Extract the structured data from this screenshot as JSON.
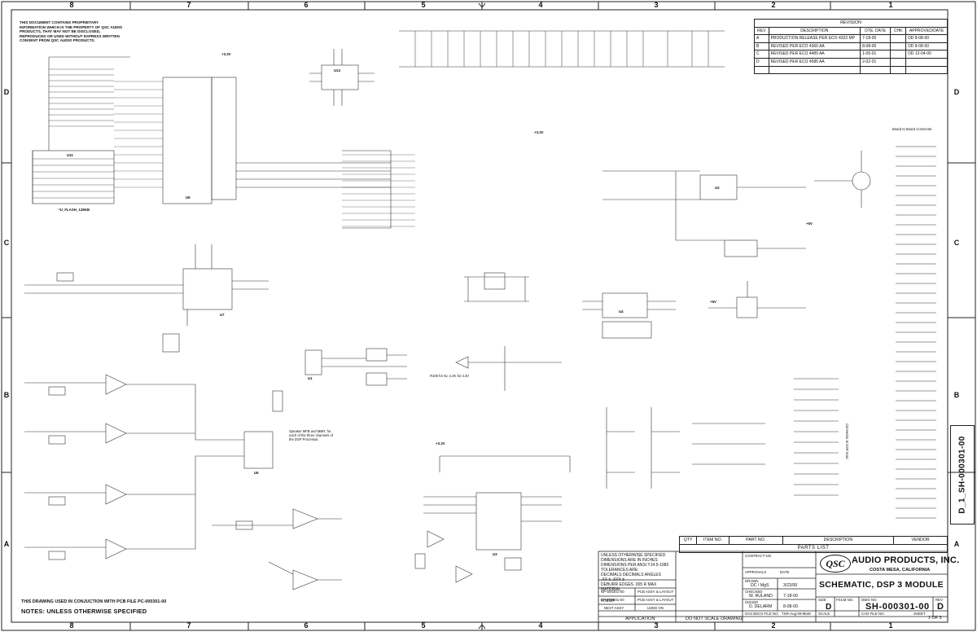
{
  "sheet": {
    "column_zones": [
      "8",
      "7",
      "6",
      "5",
      "4",
      "3",
      "2",
      "1"
    ],
    "row_zones": [
      "D",
      "C",
      "B",
      "A"
    ],
    "proprietary_notice": "THIS DOCUMENT CONTAINS PROPRIETARY INFORMATION WHICH IS THE PROPERTY OF QSC AUDIO PRODUCTS, THAT MAY NOT BE DISCLOSED, REPRODUCED OR USED WITHOUT EXPRESS WRITTEN CONSENT FROM QSC AUDIO PRODUCTS.",
    "pcb_note": "THIS DRAWING USED IN CONJUCTION WITH PCB FILE PC-000301-00",
    "notes_heading": "NOTES: UNLESS OTHERWISE SPECIFIED",
    "side_drawing_number": "D_1_SH-000301-00",
    "do_not_scale": "DO NOT SCALE DRAWING",
    "application": "APPLICATION"
  },
  "revision_table": {
    "title": "REVISION",
    "headers": [
      "REV",
      "DESCRIPTION",
      "DTE. DATE",
      "CHK",
      "APPROVED/DATE"
    ],
    "rows": [
      {
        "rev": "A",
        "description": "PRODUCTION RELEASE PER ECO 4323 MP",
        "date": "7-18-00",
        "chk": "",
        "approved": "DD 8-08-00"
      },
      {
        "rev": "B",
        "description": "REVISED PER ECO 4366 AA",
        "date": "8-08-00",
        "chk": "",
        "approved": "DD 8-08-00"
      },
      {
        "rev": "C",
        "description": "REVISED PER ECO 4489 AA",
        "date": "1-05-01",
        "chk": "",
        "approved": "DD 12-04-00"
      },
      {
        "rev": "D",
        "description": "REVISED PER ECO 4585 AA",
        "date": "2-02-01",
        "chk": "",
        "approved": ""
      }
    ]
  },
  "parts_list": {
    "title": "PARTS LIST",
    "headers": [
      "QTY",
      "ITEM NO.",
      "PART NO.",
      "DESCRIPTION",
      "VENDOR"
    ]
  },
  "title_block": {
    "tolerance_lines": [
      "UNLESS OTHERWISE SPECIFIED",
      "DIMENSIONS ARE IN INCHES",
      "DIMENSIONS PER ANSI Y14.5-1982",
      "TOLERANCES ARE:",
      "DECIMALS   DECIMALS   ANGLES",
      ".XX ±        .XXX ±",
      "DEBURR EDGES .005 R MAX"
    ],
    "material_label": "MATERIAL",
    "finish_label": "FINISH",
    "contract_label": "CONTRACT NO.",
    "approvals_label": "APPROVALS",
    "date_label": "DATE",
    "drawn_label": "DRAWN",
    "drawn_by": "DC / MgS",
    "drawn_date": "3/22/00",
    "checked_label": "CHECKED",
    "checked_by": "W. RULAND",
    "checked_date": "7-18-00",
    "issued_label": "ISSUED",
    "issued_by": "D. DELARM",
    "issued_date": "8-08-00",
    "cad_file_label": "DAS BSCS FILE NO.",
    "cad_file_value": "TSR-Aug-09-9649",
    "company_logo": "QSC",
    "company": "AUDIO PRODUCTS, INC.",
    "city": "COSTA MESA, CALIFORNIA",
    "drawing_title": "SCHEMATIC, DSP 3 MODULE",
    "size_label": "SIZE",
    "size_value": "D",
    "fscm_label": "FSCM NO.",
    "dwg_no_label": "DWG NO.",
    "dwg_no_value": "SH-000301-00",
    "rev_label": "REV",
    "rev_value": "D",
    "scale_label": "SCALE",
    "scale_value": "",
    "cad_label": "CAD FILE NO.",
    "sheet_label": "SHEET",
    "sheet_value": "1 OF 3",
    "assy_rows": [
      {
        "left": "NP-000301-00",
        "right": "PCB ASSY & LAYOUT"
      },
      {
        "left": "NP-000301-00",
        "right": "PCB ASSY & LAYOUT"
      },
      {
        "left": "NEXT ASSY",
        "right": "USED ON"
      }
    ]
  },
  "schematic_labels": {
    "flash": "*U_FLASH_128KB",
    "u11": "U11",
    "u9": "U9",
    "u13": "U13",
    "u7": "U7",
    "u4": "U4",
    "u2": "U2",
    "u3": "U3",
    "u1": "U1",
    "u6": "U6",
    "vcc33": "+3.3V",
    "vcc5": "+5V",
    "speaker_note": "Speaker MFB and MBR, for each of the three channels of the DSP Processor.",
    "conn_dsp_main": "Connector to DSP main",
    "board_note": "Board to Board Connector",
    "jumper_note": "R100 for 6v, 2.2K for 3.3V"
  }
}
